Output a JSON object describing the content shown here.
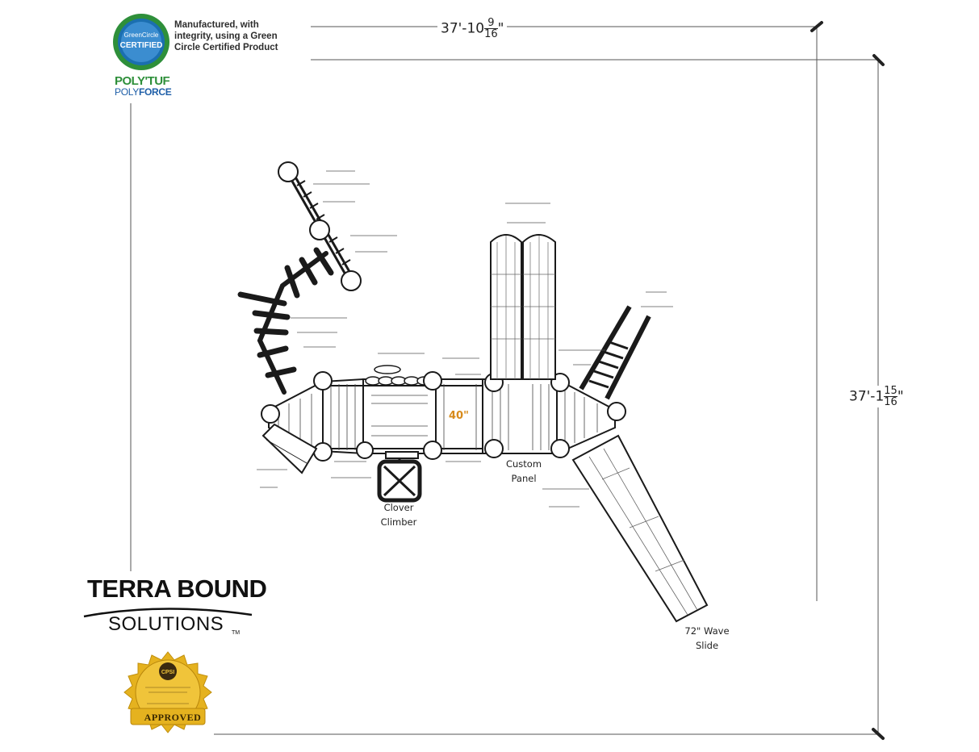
{
  "brand": {
    "greencircle_message": "Manufactured, with integrity, using a Green Circle Certified Product",
    "greencircle_badge_line1": "GreenCircle",
    "greencircle_badge_line2": "CERTIFIED",
    "polytuf": "POLY'TUF",
    "polyforce_prefix": "POLY",
    "polyforce_suffix": "FORCE",
    "company_line1": "TERRA BOUND",
    "company_line2": "SOLUTIONS",
    "trademark": "TM",
    "cpsi_seal_text": "CPSI",
    "approved_label": "APPROVED"
  },
  "dimensions": {
    "width_main": "37'-10",
    "width_num": "9",
    "width_den": "16",
    "width_unit": "\"",
    "depth_main": "37'-1",
    "depth_num": "15",
    "depth_den": "16",
    "depth_unit": "\""
  },
  "labels": {
    "panel_height": "40\"",
    "custom_panel_line1": "Custom",
    "custom_panel_line2": "Panel",
    "clover_line1": "Clover",
    "clover_line2": "Climber",
    "wave_slide_line1": "72\" Wave",
    "wave_slide_line2": "Slide"
  },
  "colors": {
    "line": "#1a1a1a",
    "accent_orange": "#d78a1a",
    "seal_gold": "#e5b21f",
    "green": "#2e8f3a",
    "blue": "#1f5fa8"
  }
}
